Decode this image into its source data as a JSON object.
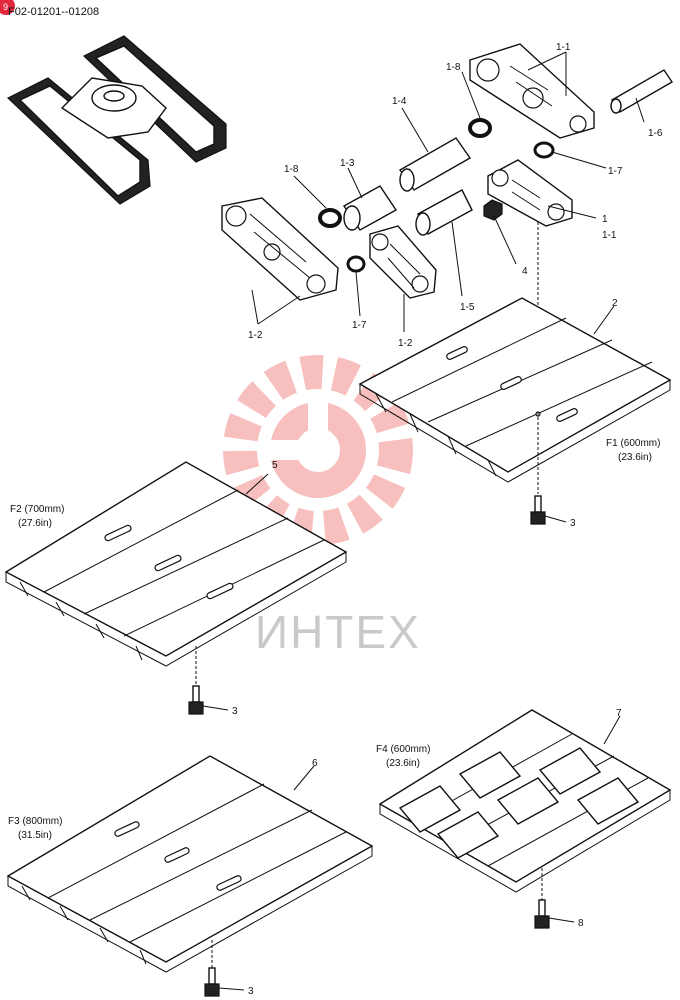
{
  "header": {
    "code": "F02-01201--01208",
    "badge": "9"
  },
  "watermark": {
    "text": "ИНТЕХ",
    "color": "#e8433f"
  },
  "labels": {
    "l_1_1": "1-1",
    "l_1_8_top": "1-8",
    "l_1_4": "1-4",
    "l_1_3": "1-3",
    "l_1_8_left": "1-8",
    "l_1_6": "1-6",
    "l_1_7_right": "1-7",
    "l_1": "1",
    "l_1_1b": "1-1",
    "l_4": "4",
    "l_1_5": "1-5",
    "l_1_7_left": "1-7",
    "l_1_2_left": "1-2",
    "l_1_2_mid": "1-2",
    "l_2": "2",
    "l_3_a": "3",
    "l_5": "5",
    "l_3_b": "3",
    "l_6": "6",
    "l_7": "7",
    "l_3_c": "3",
    "l_8": "8"
  },
  "shoes": {
    "f1_name": "F1 (600mm)",
    "f1_in": "(23.6in)",
    "f2_name": "F2 (700mm)",
    "f2_in": "(27.6in)",
    "f3_name": "F3 (800mm)",
    "f3_in": "(31.5in)",
    "f4_name": "F4 (600mm)",
    "f4_in": "(23.6in)"
  }
}
